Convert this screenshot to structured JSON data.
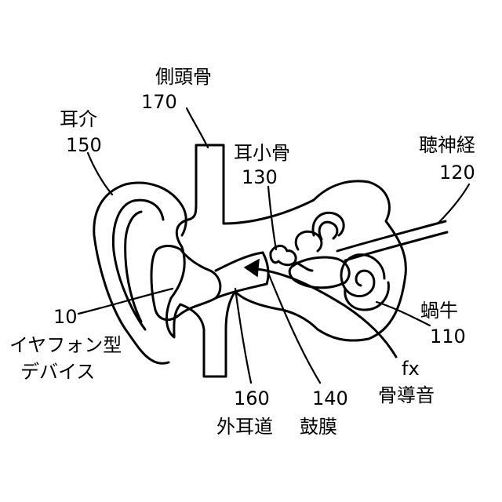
{
  "labels": {
    "temporal_bone": {
      "name": "側頭骨",
      "number": "170"
    },
    "auricle": {
      "name": "耳介",
      "number": "150"
    },
    "ossicles": {
      "name": "耳小骨",
      "number": "130"
    },
    "auditory_nerve": {
      "name": "聴神経",
      "number": "120"
    },
    "earphone_device": {
      "number": "10",
      "name_line1": "イヤフォン型",
      "name_line2": "デバイス"
    },
    "cochlea": {
      "name": "蝸牛",
      "number": "110"
    },
    "bone_conduction": {
      "symbol": "fx",
      "name": "骨導音"
    },
    "ear_canal": {
      "number": "160",
      "name": "外耳道"
    },
    "eardrum": {
      "number": "140",
      "name": "鼓膜"
    }
  },
  "colors": {
    "stroke": "#000000",
    "bone_fill": "#e4e4e4",
    "background": "#ffffff"
  }
}
